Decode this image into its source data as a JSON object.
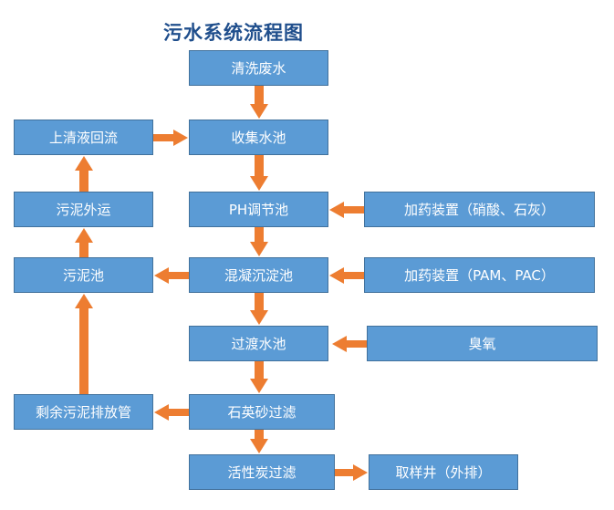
{
  "title": "污水系统流程图",
  "nodes": {
    "cleaning_wastewater": "清洗废水",
    "collection_tank": "收集水池",
    "supernatant_return": "上清液回流",
    "ph_tank": "PH调节池",
    "dosing_1": "加药装置（硝酸、石灰）",
    "sludge_transport": "污泥外运",
    "sludge_tank": "污泥池",
    "coag_tank": "混凝沉淀池",
    "dosing_2": "加药装置（PAM、PAC）",
    "transition_tank": "过渡水池",
    "ozone": "臭氧",
    "excess_sludge_pipe": "剩余污泥排放管",
    "quartz_filter": "石英砂过滤",
    "carbon_filter": "活性炭过滤",
    "sampling_well": "取样井（外排）"
  },
  "colors": {
    "node_fill": "#5b9bd5",
    "node_border": "#41719c",
    "arrow": "#ed7d31",
    "title": "#1f4e8c"
  }
}
